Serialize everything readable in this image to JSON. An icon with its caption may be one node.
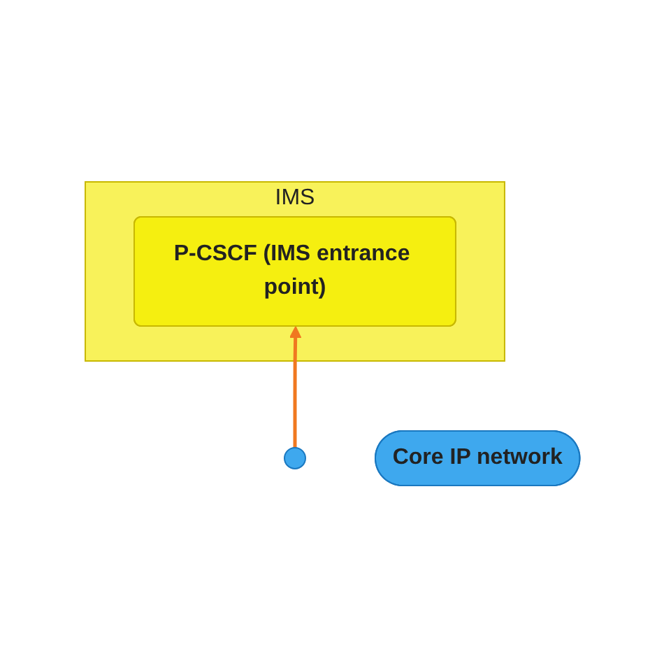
{
  "diagram": {
    "nodes": [
      {
        "text": [
          "IMS"
        ]
      },
      {
        "text": [
          "P-CSCF (IMS entrance point)"
        ],
        "in": 0
      },
      {
        "text": [],
        "shape": "ellipse"
      },
      {
        "text": [
          "Core IP network"
        ]
      }
    ],
    "edges": [
      {
        "from": 2,
        "to": 1,
        "arrow": "to",
        "color": "#f07820"
      }
    ]
  }
}
